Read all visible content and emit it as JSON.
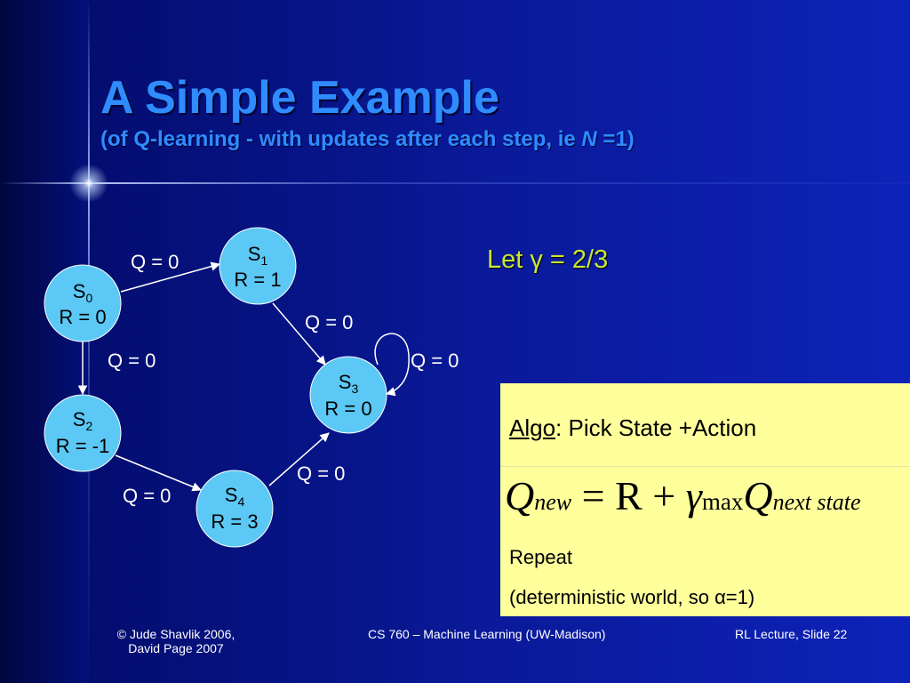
{
  "title": "A Simple Example",
  "subtitle": {
    "prefix": "(of Q-learning - with updates after each step, ie ",
    "var": "N",
    "suffix": " =1)"
  },
  "nodes": [
    {
      "id": "s0",
      "state": "S",
      "sub": "0",
      "reward": "R = 0"
    },
    {
      "id": "s1",
      "state": "S",
      "sub": "1",
      "reward": "R = 1"
    },
    {
      "id": "s2",
      "state": "S",
      "sub": "2",
      "reward": "R = -1"
    },
    {
      "id": "s3",
      "state": "S",
      "sub": "3",
      "reward": "R = 0"
    },
    {
      "id": "s4",
      "state": "S",
      "sub": "4",
      "reward": "R = 3"
    }
  ],
  "edges": [
    {
      "from": "s0",
      "to": "s1",
      "label": "Q = 0"
    },
    {
      "from": "s1",
      "to": "s3",
      "label": "Q = 0"
    },
    {
      "from": "s0",
      "to": "s2",
      "label": "Q = 0"
    },
    {
      "from": "s3",
      "to": "s3",
      "label": "Q = 0"
    },
    {
      "from": "s2",
      "to": "s4",
      "label": "Q = 0"
    },
    {
      "from": "s4",
      "to": "s3",
      "label": "Q = 0"
    }
  ],
  "gamma": {
    "prefix": "Let ",
    "symbol": "γ",
    "suffix": " = 2/3"
  },
  "algo": {
    "label": "Algo",
    "text": ": Pick State +Action"
  },
  "formula": {
    "q": "Q",
    "new_sub": "new",
    "eq": " = R + ",
    "gamma": "γ",
    "max": "max",
    "next_sub": "next  state"
  },
  "repeat": "Repeat",
  "note": {
    "prefix": "(deterministic world, so ",
    "alpha": "α",
    "suffix": "=1)"
  },
  "footer": {
    "left_line1": "© Jude Shavlik 2006,",
    "left_line2": "David Page 2007",
    "center": "CS 760 – Machine Learning (UW-Madison)",
    "right": "RL Lecture, Slide 22"
  },
  "colors": {
    "title": "#2f8cff",
    "node_fill": "#5cc8f5",
    "gamma_text": "#c8e632",
    "box_bg": "#ffff9c"
  }
}
